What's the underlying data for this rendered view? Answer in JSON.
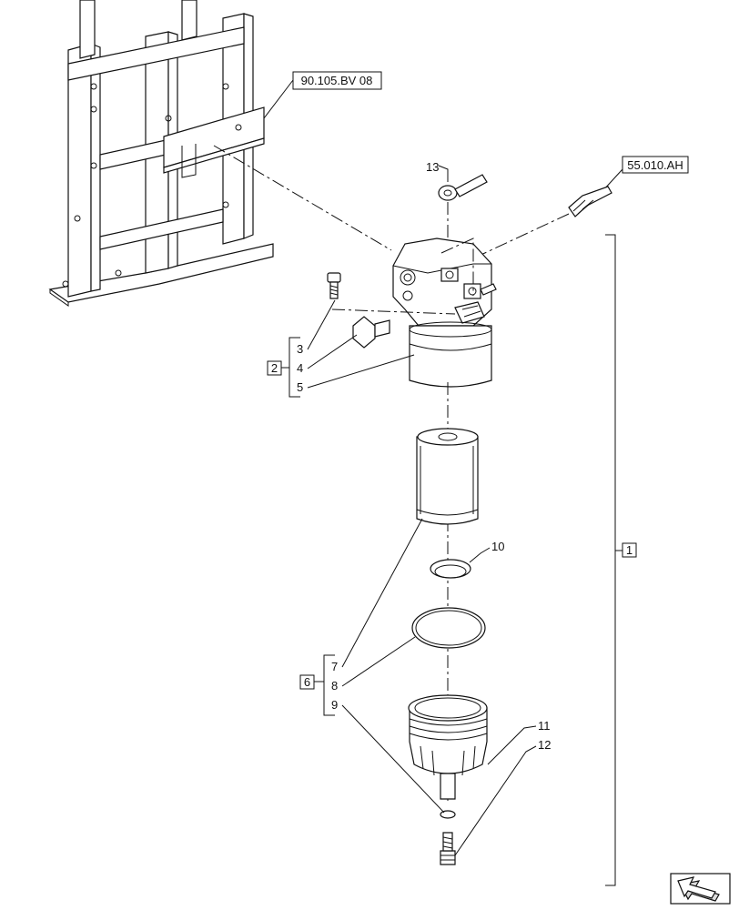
{
  "references": {
    "ref_frame": "90.105.BV 08",
    "ref_fitting": "55.010.AH"
  },
  "callouts": {
    "c1": "1",
    "c2": "2",
    "c3": "3",
    "c4": "4",
    "c5": "5",
    "c6": "6",
    "c7": "7",
    "c8": "8",
    "c9": "9",
    "c10": "10",
    "c11": "11",
    "c12": "12",
    "c13": "13"
  },
  "icons": {
    "nav": "next-page-arrow-icon"
  }
}
